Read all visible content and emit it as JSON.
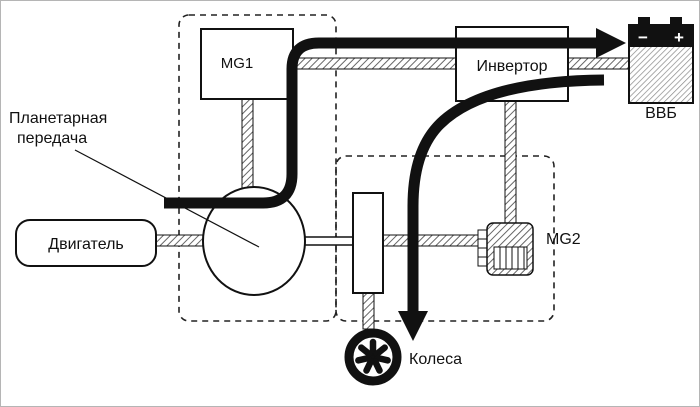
{
  "diagram": {
    "mg1": {
      "label": "MG1"
    },
    "inverter": {
      "label": "Инвертор"
    },
    "battery": {
      "label": "ВВБ",
      "minus": "−",
      "plus": "+"
    },
    "engine": {
      "label": "Двигатель"
    },
    "planetary": {
      "line1": "Планетарная",
      "line2": "передача"
    },
    "mg2": {
      "label": "MG2"
    },
    "wheels": {
      "label": "Колеса"
    },
    "colors": {
      "line": "#111111",
      "hatch": "#666666",
      "background": "#ffffff"
    }
  }
}
